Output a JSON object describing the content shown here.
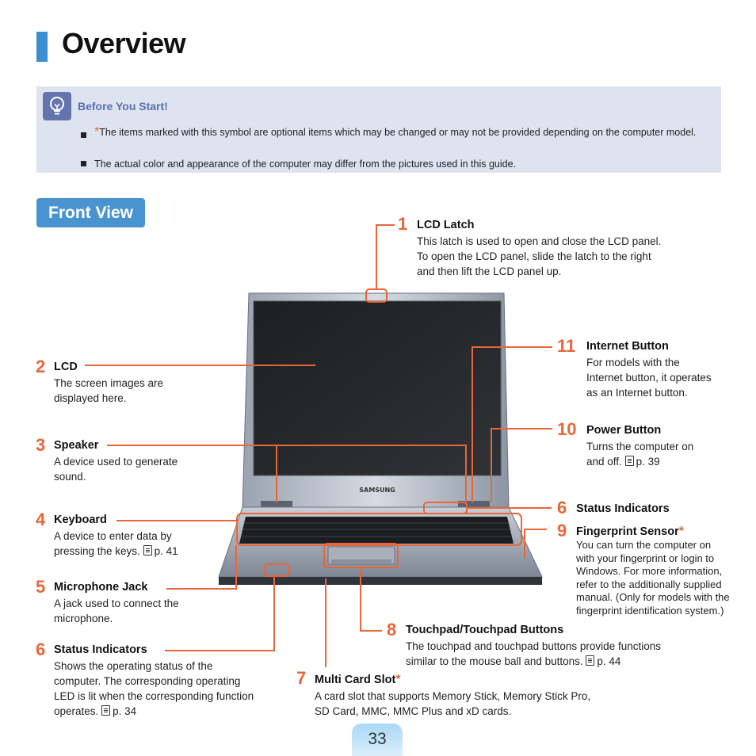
{
  "page": {
    "title": "Overview",
    "number": "33"
  },
  "note": {
    "title": "Before You Start!",
    "items": [
      {
        "star": "*",
        "text": "The items marked with this symbol are optional items which may be changed or may not be provided depending on the computer model."
      },
      {
        "text": "The actual color and appearance of the computer may differ from the pictures used in this guide."
      }
    ]
  },
  "section": {
    "title": "Front View"
  },
  "laptop": {
    "brand": "SAMSUNG"
  },
  "callouts": {
    "lcd_latch": {
      "num": "1",
      "title": "LCD Latch",
      "lines": [
        "This latch is used to open and close the LCD panel.",
        "To open the LCD panel, slide the latch to the right",
        "and then lift the LCD panel up."
      ]
    },
    "lcd": {
      "num": "2",
      "title": "LCD",
      "lines": [
        "The screen images are",
        "displayed here."
      ]
    },
    "speaker": {
      "num": "3",
      "title": "Speaker",
      "lines": [
        "A device used to generate",
        "sound."
      ]
    },
    "keyboard": {
      "num": "4",
      "title": "Keyboard",
      "lines": [
        "A device to enter data by",
        "pressing the keys."
      ],
      "ref": "p. 41"
    },
    "microphone": {
      "num": "5",
      "title": "Microphone Jack",
      "lines": [
        "A jack used to connect the",
        "microphone."
      ]
    },
    "status_left": {
      "num": "6",
      "title": "Status Indicators",
      "lines": [
        "Shows the operating status of the",
        "computer. The corresponding operating",
        "LED is lit when the corresponding function",
        "operates."
      ],
      "ref": "p. 34"
    },
    "multi_card": {
      "num": "7",
      "title": "Multi Card Slot",
      "star": "*",
      "lines": [
        "A card slot that supports Memory Stick, Memory Stick Pro,",
        "SD Card, MMC, MMC Plus and xD cards."
      ]
    },
    "touchpad": {
      "num": "8",
      "title": "Touchpad/Touchpad Buttons",
      "lines": [
        "The touchpad and touchpad buttons provide functions",
        "similar to the mouse ball and buttons."
      ],
      "ref": "p. 44"
    },
    "fingerprint": {
      "num": "9",
      "title": "Fingerprint Sensor",
      "star": "*",
      "lines": [
        "You can turn the computer on",
        "with your fingerprint or login to",
        "Windows. For more information,",
        "refer to the additionally supplied",
        "manual. (Only for models with the",
        "fingerprint identification system.)"
      ]
    },
    "status_right": {
      "num": "6",
      "title": "Status Indicators"
    },
    "power": {
      "num": "10",
      "title": "Power Button",
      "lines": [
        "Turns the computer on",
        "and off."
      ],
      "ref": "p. 39"
    },
    "internet": {
      "num": "11",
      "title": "Internet Button",
      "lines": [
        "For models with the",
        "Internet button, it operates",
        "as an Internet button."
      ]
    }
  },
  "colors": {
    "accent_blue": "#4a93d1",
    "callout_orange": "#e8663a",
    "note_bg": "#dde3ef",
    "note_title": "#5b6fb2"
  }
}
